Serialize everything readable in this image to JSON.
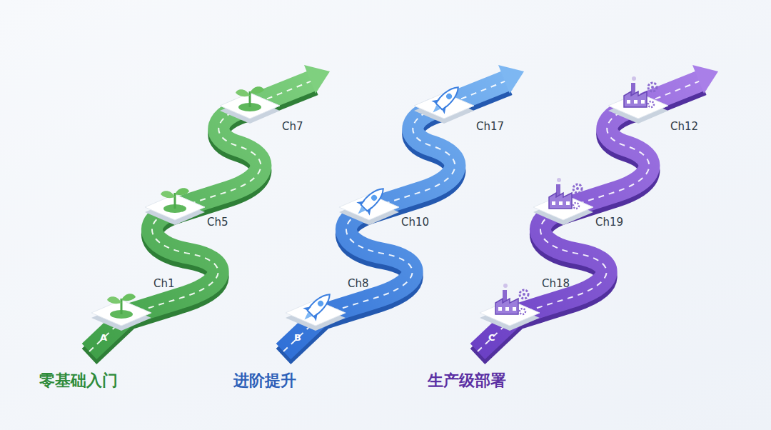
{
  "diagram": {
    "labels": [
      "A",
      "Ch1",
      "Ch5",
      "Ch7",
      "零基础入门",
      "B",
      "Ch8",
      "Ch10",
      "Ch17",
      "进阶提升",
      "C",
      "Ch18",
      "Ch19",
      "Ch12",
      "生产级部署"
    ]
  }
}
